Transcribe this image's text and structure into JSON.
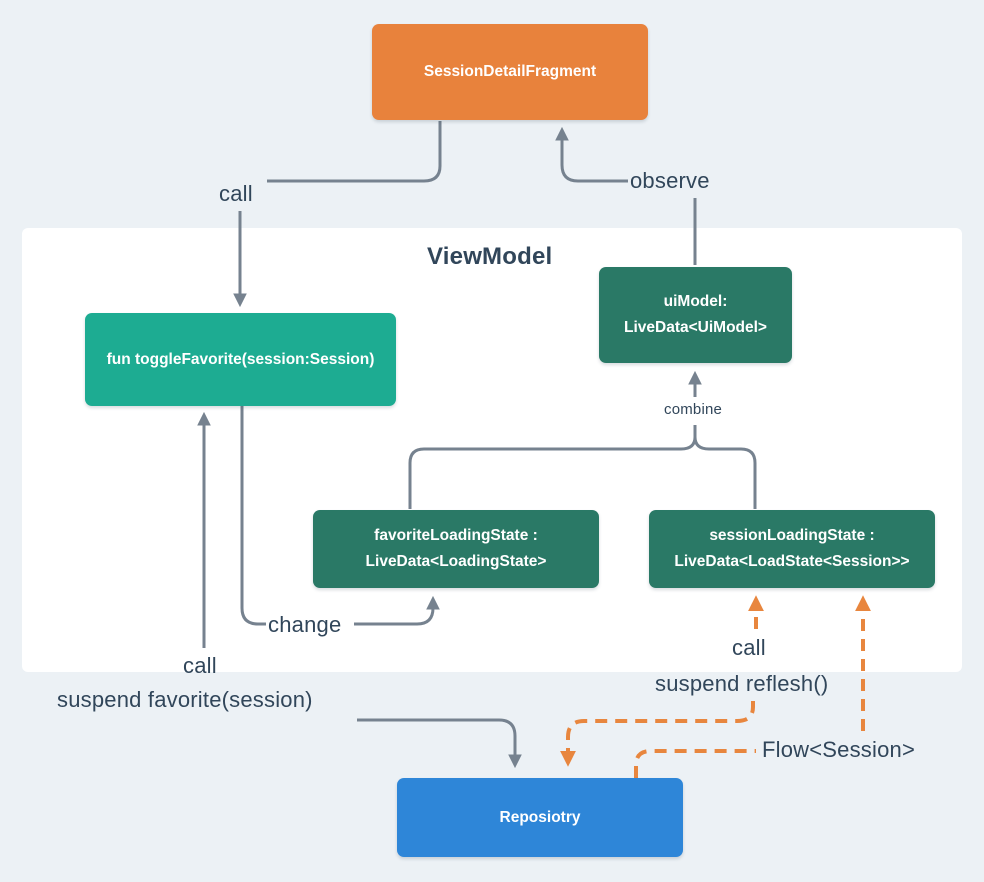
{
  "diagram": {
    "container": {
      "label": "ViewModel"
    },
    "nodes": {
      "fragment": {
        "label": "SessionDetailFragment",
        "color": "#E8823C"
      },
      "toggle_favorite": {
        "label": "fun toggleFavorite(session:Session)",
        "color": "#1DAC92"
      },
      "ui_model": {
        "label_line1": "uiModel:",
        "label_line2": "LiveData<UiModel>",
        "color": "#2A7966"
      },
      "favorite_loading_state": {
        "label_line1": "favoriteLoadingState :",
        "label_line2": "LiveData<LoadingState>",
        "color": "#2A7966"
      },
      "session_loading_state": {
        "label_line1": "sessionLoadingState :",
        "label_line2": "LiveData<LoadState<Session>>",
        "color": "#2A7966"
      },
      "repository": {
        "label": "Reposiotry",
        "color": "#2E86D8"
      }
    },
    "edge_labels": {
      "call_top": "call",
      "observe": "observe",
      "combine": "combine",
      "change": "change",
      "call_left": "call",
      "suspend_favorite": "suspend favorite(session)",
      "call_right": "call",
      "suspend_reflesh": "suspend reflesh()",
      "flow_session": "Flow<Session>"
    },
    "colors": {
      "background": "#ECF1F5",
      "panel": "#FFFFFF",
      "line_gray": "#76828F",
      "line_orange": "#E8863E",
      "text_dark": "#31465A"
    }
  }
}
